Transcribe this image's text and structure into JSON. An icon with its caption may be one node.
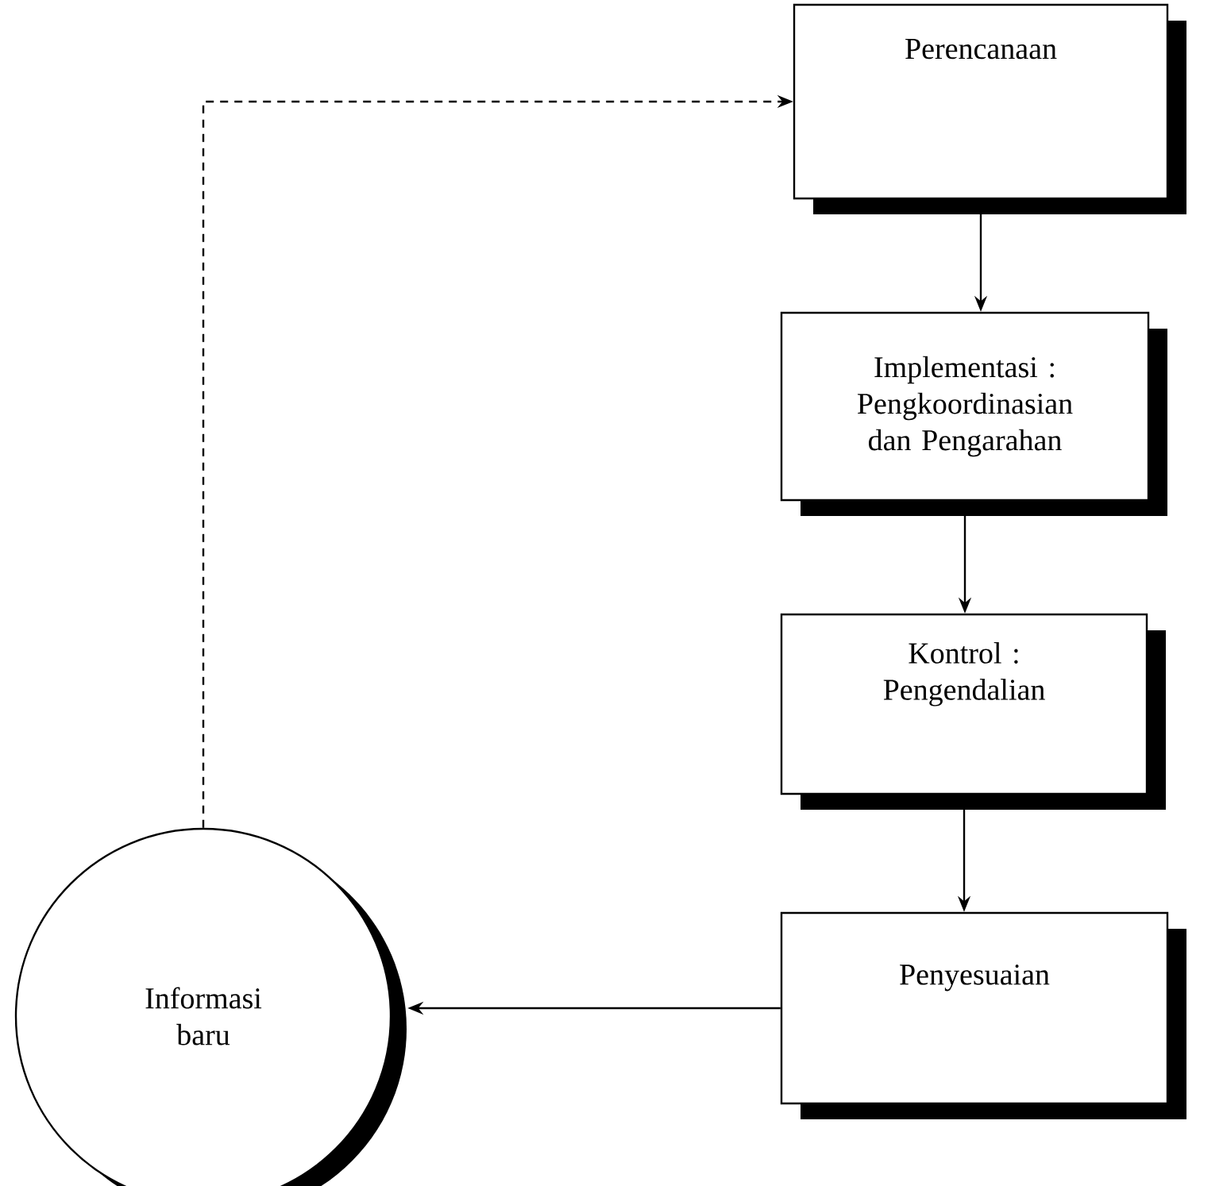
{
  "diagram": {
    "nodes": [
      {
        "text": [
          "Perencanaan"
        ]
      },
      {
        "text": [
          "Implementasi : Pengkoordinasian dan Pengarahan"
        ]
      },
      {
        "text": [
          "Kontrol : Pengendalian"
        ]
      },
      {
        "text": [
          "Penyesuaian"
        ]
      },
      {
        "text": [
          "Informasi baru"
        ]
      }
    ],
    "edges": [
      {
        "from": 0,
        "to": 1,
        "arrow": "to"
      },
      {
        "from": 1,
        "to": 2,
        "arrow": "to"
      },
      {
        "from": 2,
        "to": 3,
        "arrow": "to"
      },
      {
        "from": 3,
        "to": 4,
        "arrow": "to"
      },
      {
        "from": 4,
        "to": 0,
        "arrow": "to",
        "style": "dashed"
      }
    ]
  }
}
